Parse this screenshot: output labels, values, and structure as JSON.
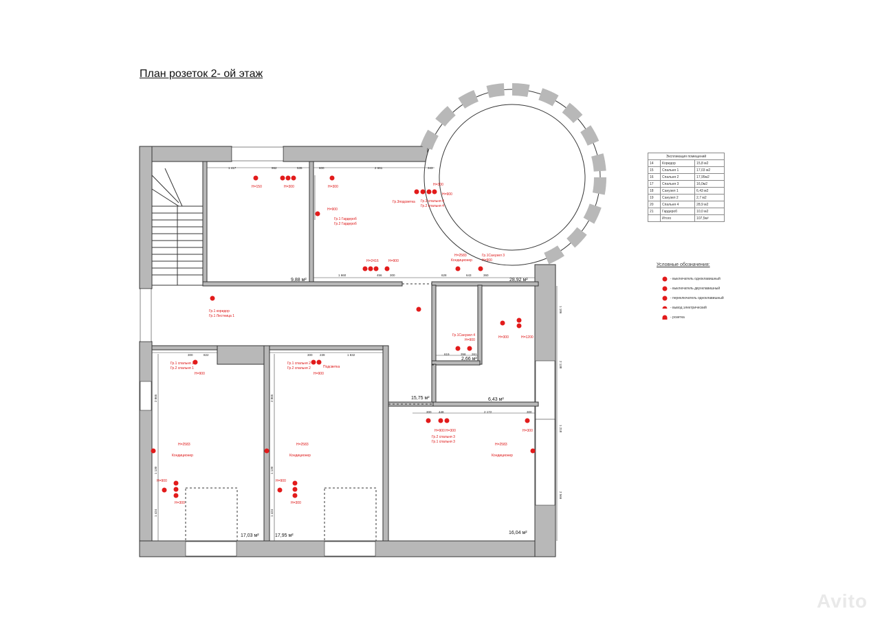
{
  "title": "План розеток 2- ой этаж",
  "explication": {
    "header": "Экспликация помещений",
    "rows": [
      {
        "num": "14",
        "name": "Коридор",
        "area": "15,8 м2"
      },
      {
        "num": "15",
        "name": "Спальня 1",
        "area": "17,03 м2"
      },
      {
        "num": "16",
        "name": "Спальня 2",
        "area": "17,95м2"
      },
      {
        "num": "17",
        "name": "Спальня 3",
        "area": "16,0м2"
      },
      {
        "num": "18",
        "name": "Санузел 1",
        "area": "6,43 м2"
      },
      {
        "num": "19",
        "name": "Санузел 2",
        "area": "2,7 м2"
      },
      {
        "num": "20",
        "name": "Спальня 4",
        "area": "28,9 м2"
      },
      {
        "num": "21",
        "name": "Гардероб",
        "area": "10,0 м2"
      }
    ],
    "total_label": "Итого",
    "total_value": "107,5м²"
  },
  "legend": {
    "title": "Условные обозначения:",
    "items": [
      "- выключатель одноклавишный",
      "- выключатель двухклавишный",
      "- переключатель одноклавишный",
      "- вывод электрический",
      "- розетка"
    ]
  },
  "areas": {
    "wardrobe": "9,88 м²",
    "bedroom4": "28,92 м²",
    "bath2": "2,66 м²",
    "bath1": "6,43 м²",
    "corridor": "15,75 м²",
    "bedroom1": "17,03 м²",
    "bedroom2": "17,95 м²",
    "bedroom3": "16,04 м²"
  },
  "labels": {
    "h150": "Н=150",
    "h300a": "Н=300",
    "h300b": "Н=300",
    "h300c": "Н=300",
    "h900a": "Н=900",
    "gr3pod": "Гр.3подсветка",
    "gr3sp4": "Гр.3 спальня 4",
    "gr2sp4": "Гр.2 спальня 4",
    "h900b": "Н=900",
    "gr1gard": "Гр.1 Гардероб",
    "gr2gard": "Гр.2 Гардероб",
    "h2416": "Н=2416",
    "h900c": "Н=900",
    "h2583a": "Н=2583",
    "kond_a": "Кондиционер",
    "gr1san3": "Гр.1Санузел 3",
    "h900d": "Н=900",
    "gr1kor": "Гр.1 коридор",
    "gr1lest": "Гр.1 Лестница 1",
    "gr1san4": "Гр.1Санузел 4",
    "h900e": "Н=900",
    "h300d": "Н=300",
    "h1200": "Н=1200",
    "gr1sp1": "Гр.1 спальня 1",
    "gr2sp1": "Гр.2 спальня 1",
    "h900f": "Н=900",
    "gr1sp2": "Гр.1 спальня 2",
    "gr2sp2": "Гр.2 спальня 2",
    "h900g": "Н=900",
    "podsv": "Подсветка",
    "h2583b": "Н=2583",
    "kond_b": "Кондиционер",
    "h2583c": "Н=2583",
    "kond_c": "Кондиционер",
    "h2583d": "Н=2583",
    "kond_d": "Кондиционер",
    "h900h": "Н=900",
    "h300e": "Н=300",
    "h900i": "Н=900",
    "h300f": "Н=300",
    "h900j": "Н=900",
    "h300g": "Н=300",
    "gr2sp3": "Гр.2 спальня 3",
    "gr1sp3": "Гр.1 спальня 3",
    "h300h": "Н=300"
  },
  "dims": {
    "d1417": "1 417",
    "d962": "962",
    "d535": "535",
    "d600": "600",
    "d2661": "2 661",
    "d343": "343",
    "d1660": "1 660",
    "d456": "456",
    "d300a": "300",
    "d628": "628",
    "d643": "643",
    "d360": "360",
    "d300b": "300",
    "d822": "822",
    "d300c": "300",
    "d239": "239",
    "d1832": "1 832",
    "d619": "619",
    "d358": "358",
    "d261": "261",
    "d300d": "300",
    "d448": "448",
    "d2172": "2 172",
    "d300e": "300",
    "v1186": "1 186",
    "v2138": "2 138",
    "v1218": "1 218",
    "v2566": "2 566",
    "v2865a": "2 865",
    "v1130a": "1 130",
    "v1424a": "1 424",
    "v2865b": "2 865",
    "v1130b": "1 130",
    "v1424b": "1 424"
  },
  "watermark": "Avito"
}
